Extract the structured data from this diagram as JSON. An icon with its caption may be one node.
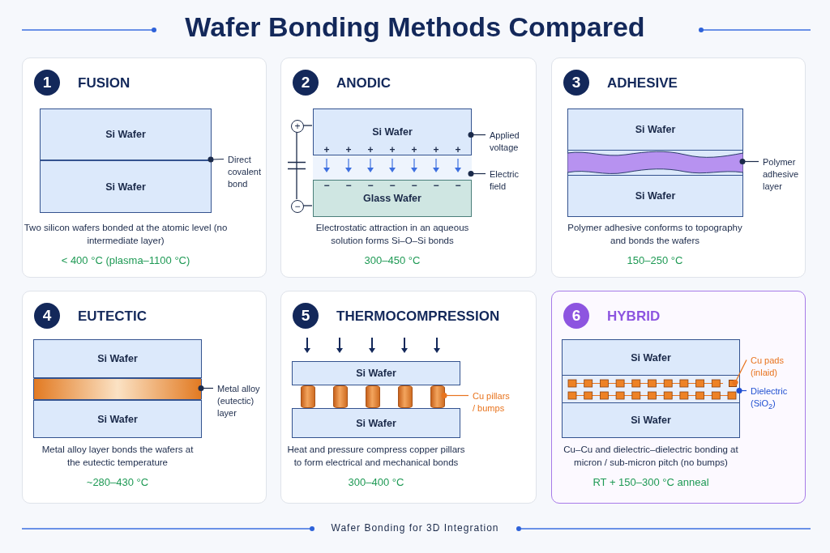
{
  "diagram": {
    "title": "Wafer Bonding Methods Compared",
    "caption": "Wafer Bonding for 3D Integration",
    "nodes": [
      {
        "text": [
          "1",
          "FUSION",
          "Two silicon wafers bonded at the atomic level (no intermediate layer)",
          "< 400 °C (plasma–1100 °C)"
        ]
      },
      {
        "text": [
          "Si Wafer"
        ],
        "in": 0
      },
      {
        "text": [
          "Si Wafer"
        ],
        "in": 0
      },
      {
        "text": [
          "Direct covalent bond"
        ],
        "in": 0
      },
      {
        "text": [
          "2",
          "ANODIC",
          "Electrostatic attraction in an aqueous solution forms Si–O–Si bonds",
          "300–450 °C"
        ]
      },
      {
        "text": [
          "+"
        ],
        "in": 4
      },
      {
        "text": [
          "−"
        ],
        "in": 4
      },
      {
        "text": [
          "Si Wafer"
        ],
        "in": 4
      },
      {
        "text": [],
        "shape": "box",
        "in": 4
      },
      {
        "text": [
          "Glass Wafer"
        ],
        "in": 4
      },
      {
        "text": [
          "Applied voltage"
        ],
        "in": 4
      },
      {
        "text": [
          "Electric field"
        ],
        "in": 4
      },
      {
        "text": [
          "3",
          "ADHESIVE",
          "Polymer adhesive conforms to topography and bonds the wafers",
          "150–250 °C"
        ]
      },
      {
        "text": [
          "Si Wafer"
        ],
        "in": 12
      },
      {
        "text": [],
        "shape": "box",
        "in": 12
      },
      {
        "text": [
          "Si Wafer"
        ],
        "in": 12
      },
      {
        "text": [
          "Polymer adhesive layer"
        ],
        "in": 12
      },
      {
        "text": [
          "4",
          "EUTECTIC",
          "Metal alloy layer bonds the wafers at the eutectic temperature",
          "~280–430 °C"
        ]
      },
      {
        "text": [
          "Si Wafer"
        ],
        "in": 17
      },
      {
        "text": [],
        "shape": "bar",
        "in": 17
      },
      {
        "text": [
          "Si Wafer"
        ],
        "in": 17
      },
      {
        "text": [
          "Metal alloy (eutectic) layer"
        ],
        "in": 17
      },
      {
        "text": [
          "5",
          "THERMOCOMPRESSION",
          "Heat and pressure compress copper pillars to form electrical and mechanical bonds",
          "300–400 °C"
        ]
      },
      {
        "text": [
          "Si Wafer"
        ],
        "in": 22
      },
      {
        "text": [],
        "shape": "cylinder",
        "in": 22
      },
      {
        "text": [],
        "shape": "cylinder",
        "in": 22
      },
      {
        "text": [],
        "shape": "cylinder",
        "in": 22
      },
      {
        "text": [],
        "shape": "cylinder",
        "in": 22
      },
      {
        "text": [],
        "shape": "cylinder",
        "in": 22
      },
      {
        "text": [
          "Si Wafer"
        ],
        "in": 22
      },
      {
        "text": [
          "Cu pillars / bumps"
        ],
        "in": 22
      },
      {
        "text": [
          "6",
          "HYBRID",
          "Cu–Cu and dielectric–dielectric bonding at micron / sub-micron pitch (no bumps)",
          "RT + 150–300 °C anneal"
        ]
      },
      {
        "text": [
          "Si Wafer"
        ],
        "in": 31
      },
      {
        "text": [],
        "shape": "box",
        "in": 31
      },
      {
        "text": [],
        "shape": "box",
        "in": 33
      },
      {
        "text": [
          "Si Wafer"
        ],
        "in": 31
      },
      {
        "text": [
          "Cu pads (inlaid)"
        ],
        "in": 31
      },
      {
        "text": [
          "Dielectric (SiO$_{2}$)"
        ],
        "in": 31
      }
    ],
    "edges": [
      {
        "from": 3,
        "to": null,
        "arrow": "other"
      },
      {
        "from": 5,
        "to": 7,
        "arrow": "none"
      },
      {
        "from": 6,
        "to": 9,
        "arrow": "none"
      },
      {
        "from": 5,
        "to": 6,
        "arrow": "none"
      },
      {
        "from": 10,
        "to": 7,
        "arrow": "other"
      },
      {
        "from": 11,
        "to": 8,
        "arrow": "other"
      },
      {
        "from": 16,
        "to": 14,
        "arrow": "other"
      },
      {
        "from": 21,
        "to": 19,
        "arrow": "other"
      },
      {
        "from": 30,
        "to": 28,
        "arrow": "other",
        "color": "#e8741e"
      },
      {
        "from": 36,
        "to": 34,
        "arrow": "other",
        "color": "#e8741e"
      },
      {
        "from": 37,
        "to": 33,
        "arrow": "other",
        "color": "#1f4fd1"
      }
    ],
    "labels": [
      "+",
      "+",
      "+",
      "+",
      "+",
      "+",
      "+",
      "−",
      "−",
      "−",
      "−",
      "−",
      "−",
      "−"
    ]
  }
}
